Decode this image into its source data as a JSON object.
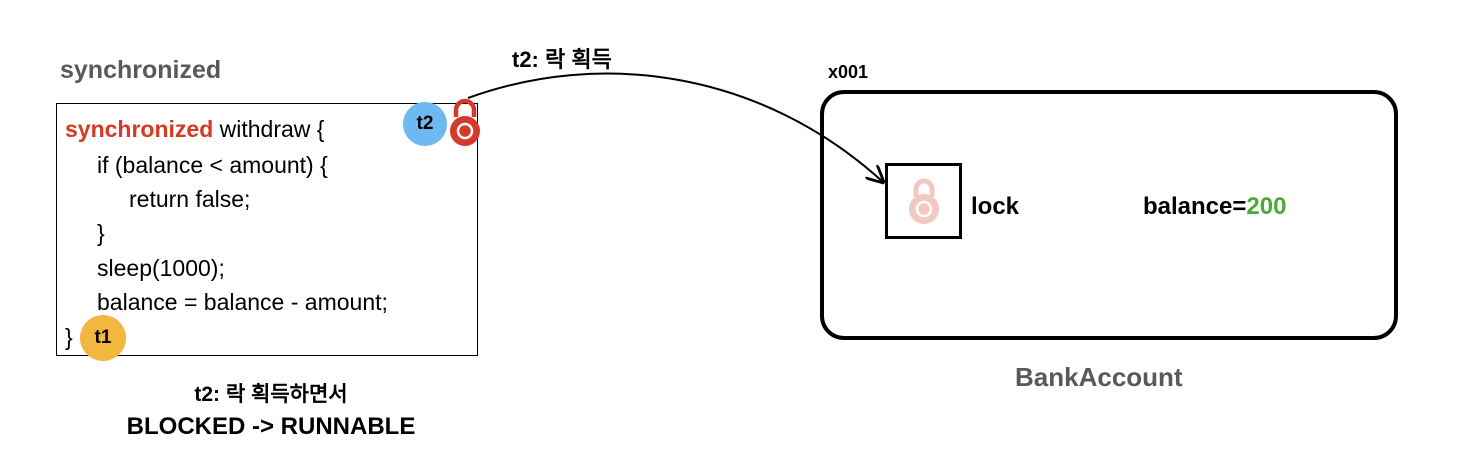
{
  "code_section": {
    "title": "synchronized",
    "keyword": "synchronized",
    "lines": [
      " withdraw {",
      "if (balance < amount) {",
      "return false;",
      "}",
      "sleep(1000);",
      "balance = balance - amount;",
      "}"
    ]
  },
  "threads": {
    "t2": "t2",
    "t1": "t1"
  },
  "arrow_label": "t2: 락 획득",
  "notes": {
    "line1": "t2: 락 획득하면서",
    "line2": "BLOCKED -> RUNNABLE"
  },
  "object": {
    "id": "x001",
    "lock_label": "lock",
    "balance_label": "balance=",
    "balance_value": "200",
    "name": "BankAccount"
  },
  "colors": {
    "keyword": "#d63a22",
    "t2_badge": "#6db9f0",
    "t1_badge": "#f3b63f",
    "lock_held": "#d43a2b",
    "lock_faded": "#f2c9c2",
    "balance_value": "#4aaa32",
    "muted_title": "#595959"
  },
  "icons": {
    "held_lock": "padlock-icon",
    "object_lock": "padlock-icon"
  }
}
